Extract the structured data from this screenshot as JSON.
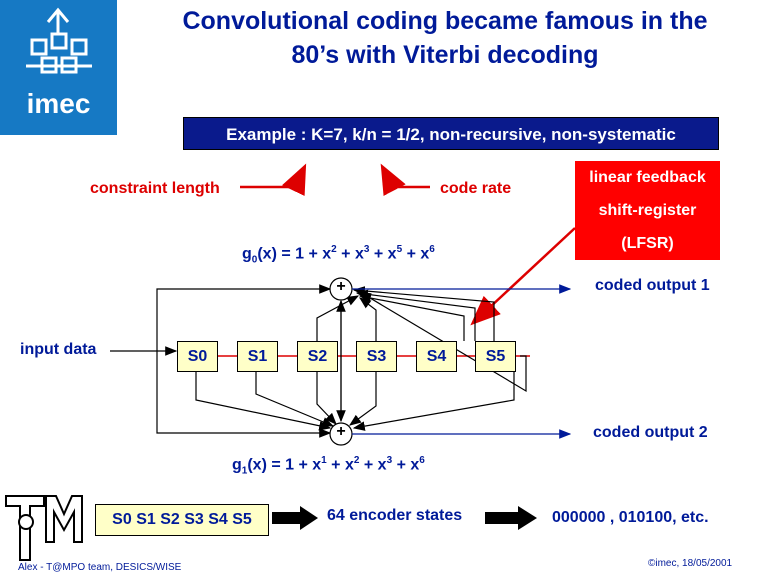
{
  "header": {
    "logo_text": "imec",
    "title_line1": "Convolutional coding became famous in the",
    "title_line2": "80’s with Viterbi decoding"
  },
  "example": "Example : K=7, k/n = 1/2, non-recursive, non-systematic",
  "labels": {
    "constraint_length": "constraint length",
    "code_rate": "code rate",
    "lfsr_line1": "linear feedback",
    "lfsr_line2": "shift-register",
    "lfsr_line3": "(LFSR)",
    "input_data": "input data",
    "coded_output_1": "coded output 1",
    "coded_output_2": "coded output 2",
    "adder_symbol": "+"
  },
  "g0": {
    "prefix": "g",
    "sub": "0",
    "mid": "(x) = 1 + x",
    "e1": "2",
    "t1": " + x",
    "e2": "3",
    "t2": " +  x",
    "e3": "5",
    "t3": " + x",
    "e4": "6"
  },
  "g1": {
    "prefix": "g",
    "sub": "1",
    "mid": "(x) = 1 + x",
    "e1": "1",
    "t1": " + x",
    "e2": "2",
    "t2": " +  x",
    "e3": "3",
    "t3": " + x",
    "e4": "6"
  },
  "registers": [
    "S0",
    "S1",
    "S2",
    "S3",
    "S4",
    "S5"
  ],
  "states": {
    "box": "S0 S1 S2 S3 S4 S5",
    "count": "64 encoder states",
    "examples": "000000 , 010100, etc."
  },
  "footer": {
    "logo_text": "TM",
    "author": "Alex - T@MPO team, DESICS/WISE",
    "copyright": "©imec, 18/05/2001"
  },
  "colors": {
    "title_blue": "#001a99",
    "logo_blue": "#1679c4",
    "example_box": "#0a1a8c",
    "red": "#ff0000",
    "register_fill": "#ffffc8"
  }
}
